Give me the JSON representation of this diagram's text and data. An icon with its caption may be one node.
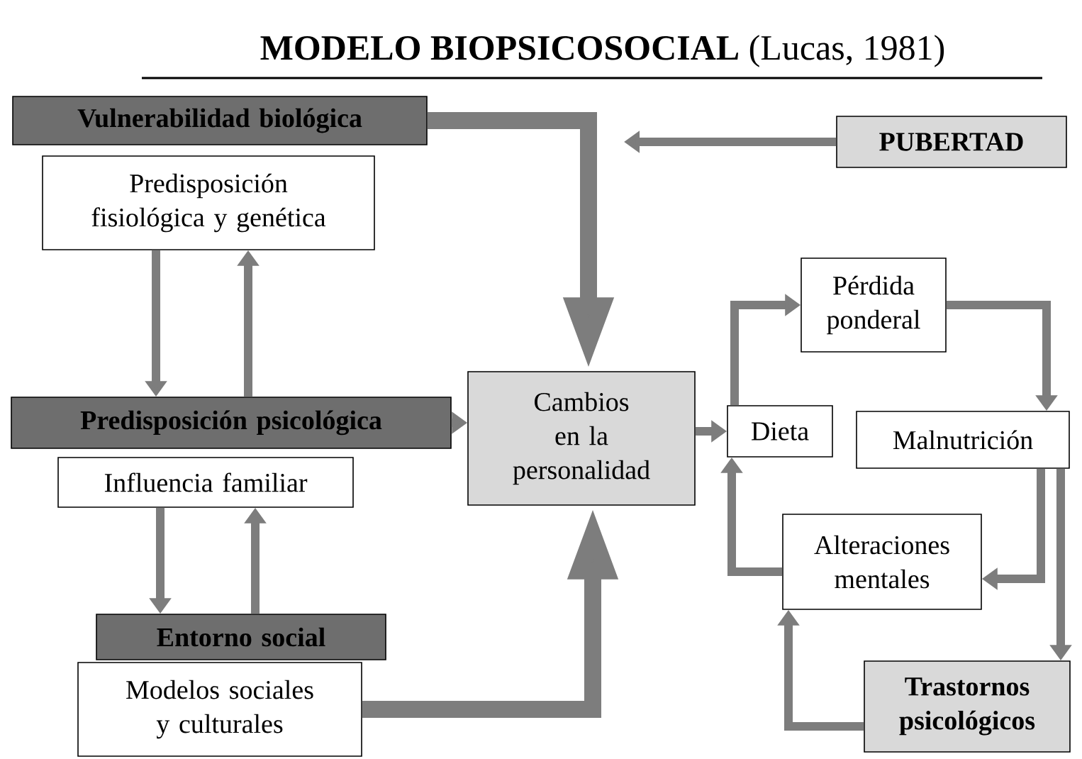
{
  "diagram": {
    "title": "**MODELO BIOPSICOSOCIAL** (Lucas, 1981)",
    "nodes": [
      {
        "text": [
          "Vulnerabilidad biológica"
        ]
      },
      {
        "text": [
          "Predisposición fisiológica y genética"
        ]
      },
      {
        "text": [
          "PUBERTAD"
        ]
      },
      {
        "text": [
          "Predisposición psicológica"
        ]
      },
      {
        "text": [
          "Influencia familiar"
        ]
      },
      {
        "text": [
          "Cambios en la personalidad"
        ]
      },
      {
        "text": [
          "Dieta"
        ]
      },
      {
        "text": [
          "Pérdida ponderal"
        ]
      },
      {
        "text": [
          "Malnutrición"
        ]
      },
      {
        "text": [
          "Alteraciones mentales"
        ]
      },
      {
        "text": [
          "Entorno social"
        ]
      },
      {
        "text": [
          "Modelos sociales y culturales"
        ]
      },
      {
        "text": [
          "Trastornos psicológicos"
        ]
      }
    ],
    "edges": [
      {
        "from": 0,
        "to": 5,
        "arrow": "to",
        "style": "thick"
      },
      {
        "from": 2,
        "to": null,
        "arrow": "to"
      },
      {
        "from": 1,
        "to": 3,
        "arrow": "to"
      },
      {
        "from": 3,
        "to": 1,
        "arrow": "to"
      },
      {
        "from": 3,
        "to": 5,
        "arrow": "to"
      },
      {
        "from": 4,
        "to": 10,
        "arrow": "to"
      },
      {
        "from": 10,
        "to": 4,
        "arrow": "to"
      },
      {
        "from": 11,
        "to": 5,
        "arrow": "to",
        "style": "thick"
      },
      {
        "from": 5,
        "to": 6,
        "arrow": "to"
      },
      {
        "from": 6,
        "to": 7,
        "arrow": "to"
      },
      {
        "from": 7,
        "to": 8,
        "arrow": "to"
      },
      {
        "from": 8,
        "to": 9,
        "arrow": "to"
      },
      {
        "from": 8,
        "to": 12,
        "arrow": "to"
      },
      {
        "from": 9,
        "to": 6,
        "arrow": "to"
      },
      {
        "from": 12,
        "to": 9,
        "arrow": "to"
      }
    ]
  }
}
